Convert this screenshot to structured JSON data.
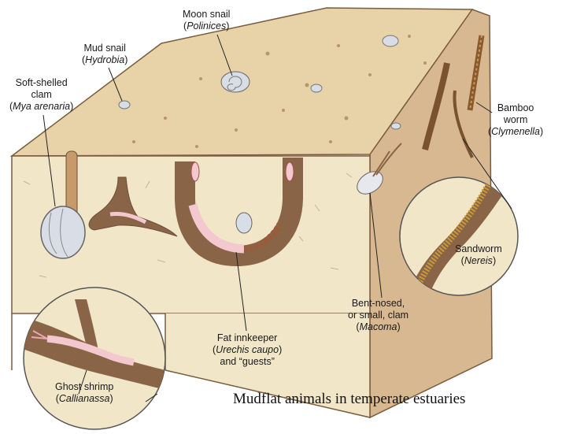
{
  "caption": "Mudflat animals in temperate estuaries",
  "labels": {
    "moon_snail": {
      "common": "Moon snail",
      "sci_open": "(",
      "sci": "Polinices",
      "sci_close": ")"
    },
    "mud_snail": {
      "common": "Mud snail",
      "sci_open": "(",
      "sci": "Hydrobia",
      "sci_close": ")"
    },
    "soft_clam": {
      "line1": "Soft-shelled",
      "line2": "clam",
      "sci_open": "(",
      "sci": "Mya arenaria",
      "sci_close": ")"
    },
    "bamboo_worm": {
      "line1": "Bamboo",
      "line2": "worm",
      "sci_open": "(",
      "sci": "Clymenella",
      "sci_close": ")"
    },
    "sandworm": {
      "common": "Sandworm",
      "sci_open": "(",
      "sci": "Nereis",
      "sci_close": ")"
    },
    "bent_nosed_clam": {
      "line1": "Bent-nosed,",
      "line2": "or small, clam",
      "sci_open": "(",
      "sci": "Macoma",
      "sci_close": ")"
    },
    "fat_innkeeper": {
      "line1": "Fat innkeeper",
      "sci_open": "(",
      "sci": "Urechis caupo",
      "sci_close": ")",
      "line3": "and “guests”"
    },
    "ghost_shrimp": {
      "common": "Ghost shrimp",
      "sci_open": "(",
      "sci": "Callianassa",
      "sci_close": ")"
    }
  },
  "colors": {
    "sediment_front": "#f1e6c8",
    "sediment_top": "#e8d3a8",
    "sediment_side": "#d8b890",
    "burrow": "#8a6446",
    "outline": "#6b5038",
    "shell": "#d8dde6",
    "shrimp": "#f3c8cf",
    "worm": "#8a5a2c"
  }
}
